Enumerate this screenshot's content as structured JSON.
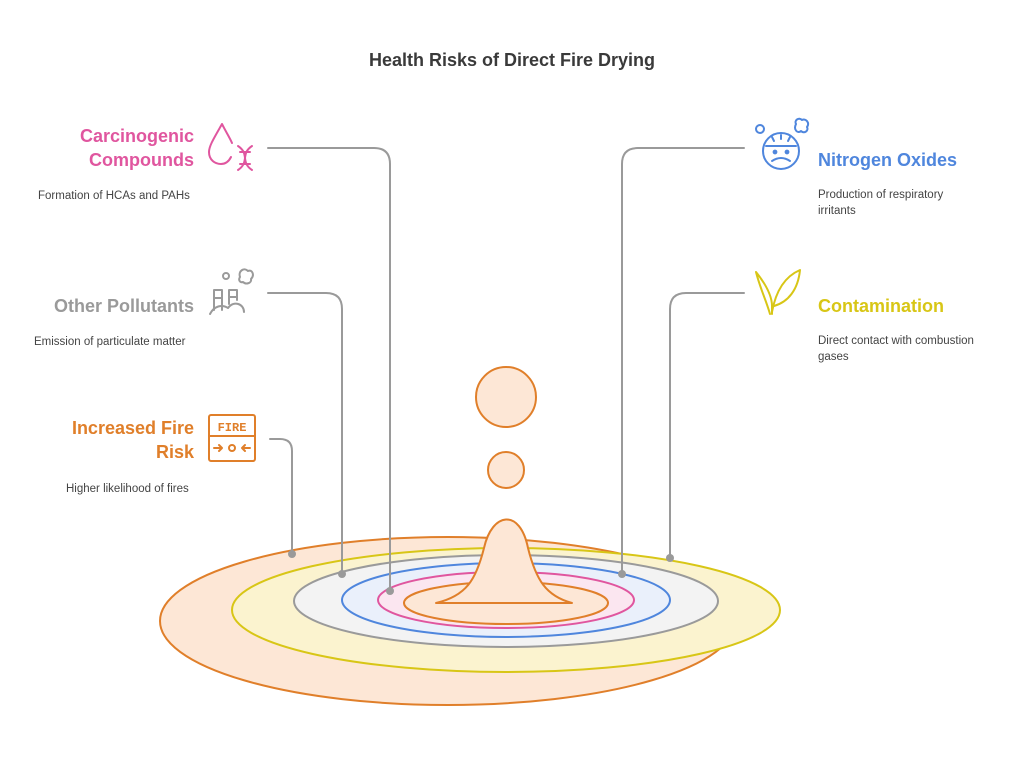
{
  "title": "Health Risks of Direct Fire Drying",
  "colors": {
    "pink": "#e0569f",
    "blue": "#4f86dd",
    "gray": "#9a9a9a",
    "yellow": "#d8c616",
    "orange": "#e07f2a",
    "connector": "#9a9a9a",
    "drop_fill": "#fde7d6"
  },
  "items": [
    {
      "label": "Carcinogenic Compounds",
      "label_lines": [
        "Carcinogenic",
        "Compounds"
      ],
      "description": "Formation of HCAs and PAHs",
      "icon": "drop-dna-icon",
      "color": "#e0569f"
    },
    {
      "label": "Nitrogen Oxides",
      "label_lines": [
        "Nitrogen Oxides"
      ],
      "description_lines": [
        "Production of respiratory",
        "irritants"
      ],
      "icon": "sick-face-icon",
      "color": "#4f86dd"
    },
    {
      "label": "Other Pollutants",
      "label_lines": [
        "Other Pollutants"
      ],
      "description": "Emission of particulate matter",
      "icon": "factory-smoke-icon",
      "color": "#9a9a9a"
    },
    {
      "label": "Contamination",
      "label_lines": [
        "Contamination"
      ],
      "description_lines": [
        "Direct contact with combustion",
        "gases"
      ],
      "icon": "leaves-icon",
      "color": "#d8c616"
    },
    {
      "label": "Increased Fire Risk",
      "label_lines": [
        "Increased Fire",
        "Risk"
      ],
      "description": "Higher likelihood of fires",
      "icon": "fire-sign-icon",
      "icon_text": "FIRE",
      "color": "#e07f2a"
    }
  ]
}
